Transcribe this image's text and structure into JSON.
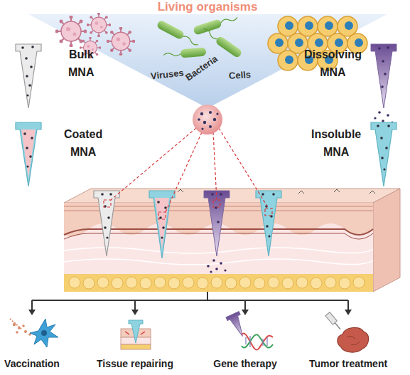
{
  "diagram": {
    "labels": [
      "Living organisms",
      "Viruses",
      "Bacteria",
      "Cells",
      "Bulk MNA",
      "Dissolving MNA",
      "Coated MNA",
      "Insoluble MNA",
      "Vaccination",
      "Tissue repairing",
      "Gene therapy",
      "Tumor treatment"
    ]
  }
}
